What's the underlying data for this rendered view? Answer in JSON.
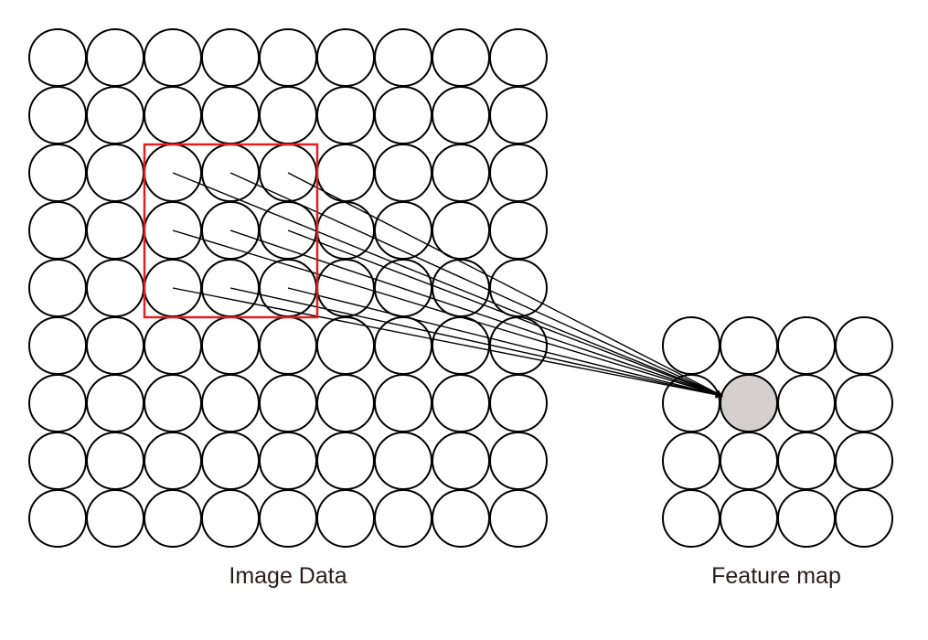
{
  "labels": {
    "input": "Image Data",
    "output": "Feature map"
  },
  "input_grid": {
    "rows": 9,
    "cols": 9
  },
  "kernel": {
    "size": 3,
    "row_start": 2,
    "col_start": 2
  },
  "feature_map": {
    "rows": 4,
    "cols": 4,
    "highlight_row": 1,
    "highlight_col": 1
  },
  "colors": {
    "stroke": "#000000",
    "kernel_box": "#e02020",
    "highlight_fill": "#d5cfcf",
    "background": "#ffffff",
    "text": "#2b1b1b"
  }
}
